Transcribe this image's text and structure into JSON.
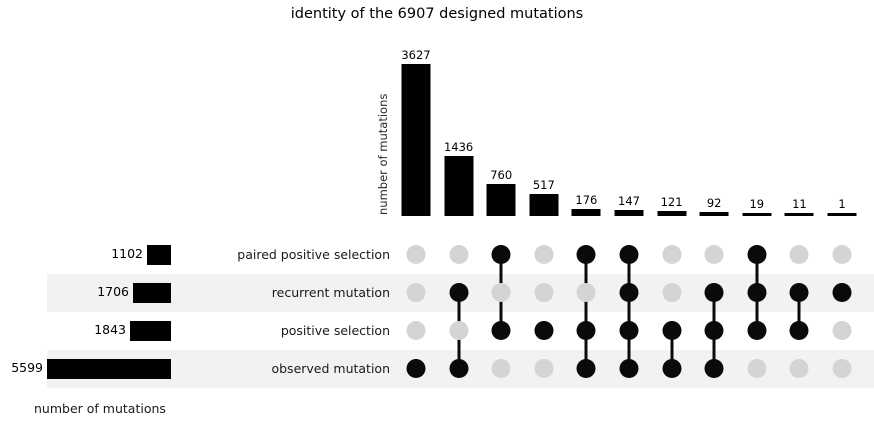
{
  "title": "identity of the 6907 designed mutations",
  "axes": {
    "intersection_axis_label": "number of mutations",
    "set_size_axis_label": "number of mutations"
  },
  "colors": {
    "bar": "#000000",
    "dot_active": "#0a0a0a",
    "dot_inactive": "#d4d4d4",
    "row_stripe": "#f2f2f2",
    "background": "#ffffff",
    "text": "#000000"
  },
  "chart_data": {
    "type": "bar",
    "plot_kind": "upset",
    "title": "identity of the 6907 designed mutations",
    "xlabel": "",
    "ylabel": "number of mutations",
    "grid": false,
    "legend": "none",
    "ylim": [
      0,
      3627
    ],
    "sets": [
      {
        "name": "paired positive selection",
        "size": 1102
      },
      {
        "name": "recurrent mutation",
        "size": 1706
      },
      {
        "name": "positive selection",
        "size": 1843
      },
      {
        "name": "observed mutation",
        "size": 5599
      }
    ],
    "set_size_xlabel": "number of mutations",
    "categories": [
      "observed mutation",
      "recurrent mutation + observed mutation",
      "paired positive selection + positive selection",
      "positive selection",
      "paired positive selection + positive selection + observed mutation",
      "paired positive selection + recurrent mutation + positive selection + observed mutation",
      "positive selection + observed mutation",
      "recurrent mutation + positive selection + observed mutation",
      "paired positive selection + recurrent mutation + positive selection",
      "recurrent mutation + positive selection",
      "recurrent mutation"
    ],
    "values": [
      3627,
      1436,
      760,
      517,
      176,
      147,
      121,
      92,
      19,
      11,
      1
    ],
    "intersections": [
      {
        "value": 3627,
        "members": [
          0,
          0,
          0,
          1
        ]
      },
      {
        "value": 1436,
        "members": [
          0,
          1,
          0,
          1
        ]
      },
      {
        "value": 760,
        "members": [
          1,
          0,
          1,
          0
        ]
      },
      {
        "value": 517,
        "members": [
          0,
          0,
          1,
          0
        ]
      },
      {
        "value": 176,
        "members": [
          1,
          0,
          1,
          1
        ]
      },
      {
        "value": 147,
        "members": [
          1,
          1,
          1,
          1
        ]
      },
      {
        "value": 121,
        "members": [
          0,
          0,
          1,
          1
        ]
      },
      {
        "value": 92,
        "members": [
          0,
          1,
          1,
          1
        ]
      },
      {
        "value": 19,
        "members": [
          1,
          1,
          1,
          0
        ]
      },
      {
        "value": 11,
        "members": [
          0,
          1,
          1,
          0
        ]
      },
      {
        "value": 1,
        "members": [
          0,
          1,
          0,
          0
        ]
      }
    ]
  }
}
